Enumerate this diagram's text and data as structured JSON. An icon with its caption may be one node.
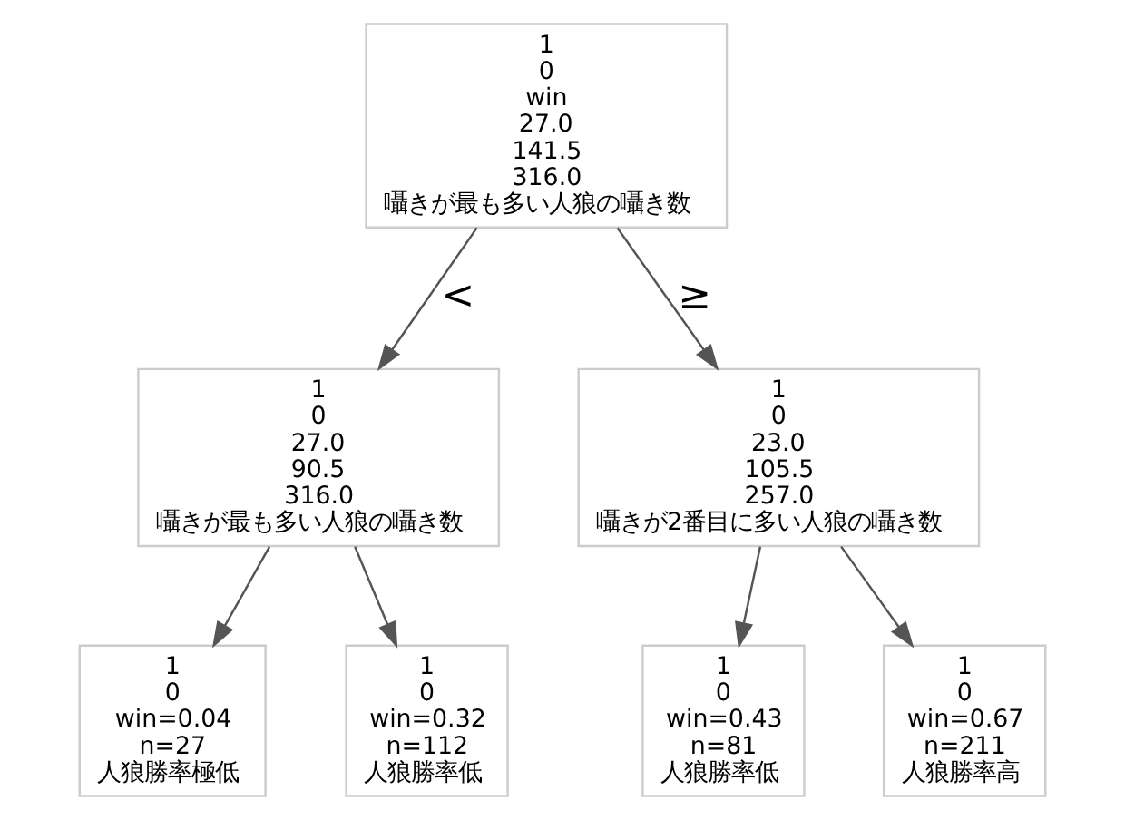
{
  "diagram": {
    "nodes": [
      {
        "text": [
          "1",
          "0",
          "win",
          "27.0",
          "141.5",
          "316.0",
          "囁きが最も多い人狼の囁き数"
        ]
      },
      {
        "text": [
          "1",
          "0",
          "27.0",
          "90.5",
          "316.0",
          "囁きが最も多い人狼の囁き数"
        ]
      },
      {
        "text": [
          "1",
          "0",
          "23.0",
          "105.5",
          "257.0",
          "囁きが2番目に多い人狼の囁き数"
        ]
      },
      {
        "text": [
          "1",
          "0",
          "win=0.04",
          "n=27",
          "人狼勝率極低"
        ]
      },
      {
        "text": [
          "1",
          "0",
          "win=0.32",
          "n=112",
          "人狼勝率低"
        ]
      },
      {
        "text": [
          "1",
          "0",
          "win=0.43",
          "n=81",
          "人狼勝率低"
        ]
      },
      {
        "text": [
          "1",
          "0",
          "win=0.67",
          "n=211",
          "人狼勝率高"
        ]
      }
    ],
    "edges": [
      {
        "from": 0,
        "to": 1,
        "arrow": "to",
        "label": "<"
      },
      {
        "from": 0,
        "to": 2,
        "arrow": "to",
        "label": "≥"
      },
      {
        "from": 1,
        "to": 3,
        "arrow": "to"
      },
      {
        "from": 1,
        "to": 4,
        "arrow": "to"
      },
      {
        "from": 2,
        "to": 5,
        "arrow": "to"
      },
      {
        "from": 2,
        "to": 6,
        "arrow": "to"
      }
    ]
  }
}
